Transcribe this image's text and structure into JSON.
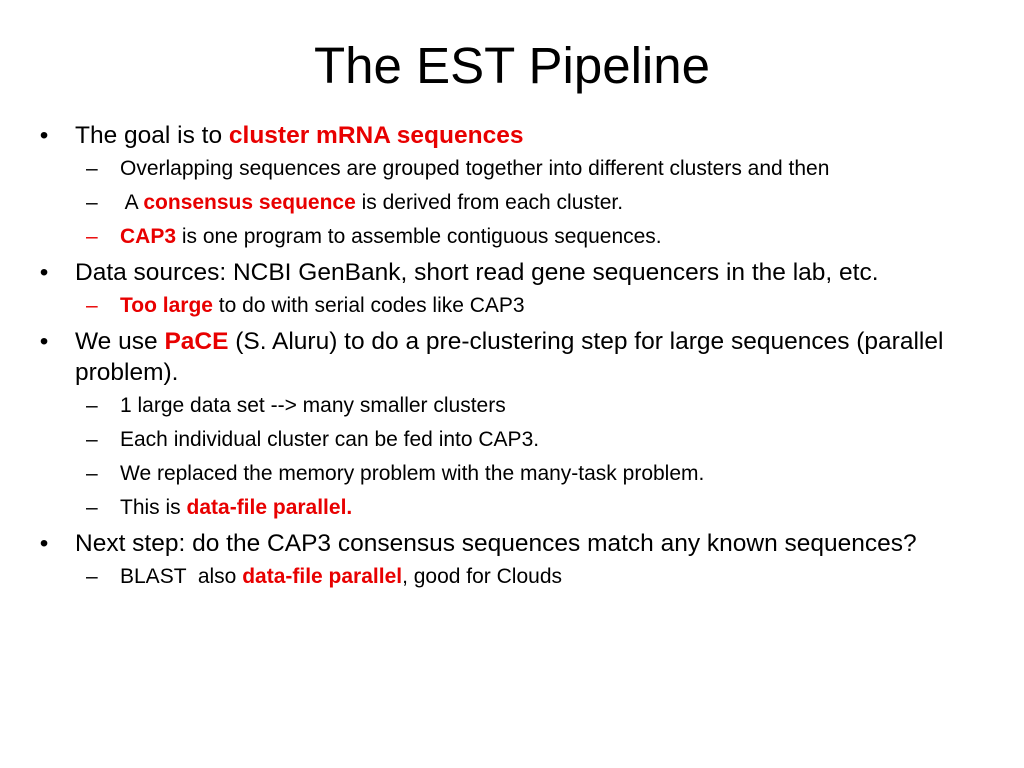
{
  "slide": {
    "title": "The EST Pipeline",
    "accent_color": "#e80000",
    "bullets": [
      {
        "parts": [
          "The goal is to ",
          "cluster mRNA sequences"
        ],
        "subs": [
          {
            "parts": [
              "Overlapping sequences are grouped together into different clusters and then"
            ]
          },
          {
            "parts": [
              " A ",
              "consensus sequence",
              " is derived from each cluster."
            ]
          },
          {
            "parts": [
              "CAP3",
              " is one program to assemble contiguous sequences."
            ]
          }
        ]
      },
      {
        "parts": [
          "Data sources: NCBI GenBank, short read gene sequencers in the lab, etc."
        ],
        "subs": [
          {
            "parts": [
              "Too large",
              " to do with serial codes like CAP3"
            ]
          }
        ]
      },
      {
        "parts": [
          "We use ",
          "PaCE",
          " (S. Aluru) to do a pre-clustering step for large sequences (parallel problem)."
        ],
        "subs": [
          {
            "parts": [
              "1 large data set --> many smaller clusters"
            ]
          },
          {
            "parts": [
              "Each individual cluster can be fed into CAP3."
            ]
          },
          {
            "parts": [
              "We replaced the memory problem with the many-task problem."
            ]
          },
          {
            "parts": [
              "This is ",
              "data-file parallel."
            ]
          }
        ]
      },
      {
        "parts": [
          "Next step: do the CAP3 consensus sequences match any known sequences?"
        ],
        "subs": [
          {
            "parts": [
              "BLAST  also ",
              "data-file parallel",
              ", good for Clouds"
            ]
          }
        ]
      }
    ]
  }
}
